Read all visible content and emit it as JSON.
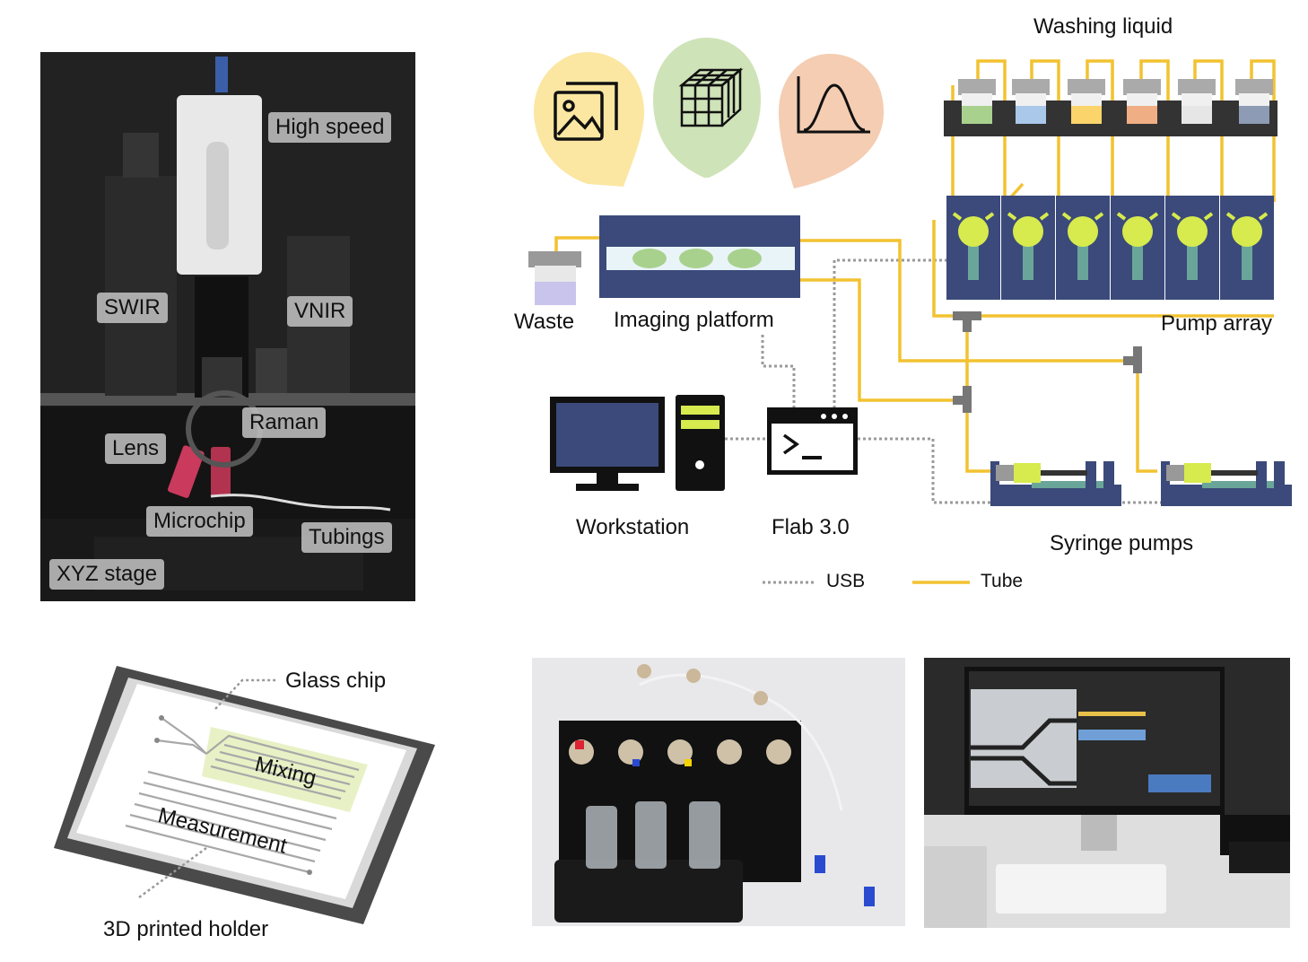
{
  "photo_setup": {
    "labels": {
      "high_speed": "High speed",
      "swir": "SWIR",
      "vnir": "VNIR",
      "raman": "Raman",
      "lens": "Lens",
      "microchip": "Microchip",
      "tubings": "Tubings",
      "xyz_stage": "XYZ stage"
    }
  },
  "diagram": {
    "washing_liquid": "Washing liquid",
    "waste": "Waste",
    "imaging_platform": "Imaging platform",
    "pump_array": "Pump array",
    "workstation": "Workstation",
    "flab": "Flab 3.0",
    "syringe_pumps": "Syringe pumps",
    "legend": {
      "usb": "USB",
      "tube": "Tube"
    },
    "colors": {
      "tube": "#f2c230",
      "navy": "#3b4a7a",
      "pump_head": "#d7ea4e",
      "usb": "#999999"
    },
    "vial_colors": [
      "#a9d18e",
      "#a9c8ea",
      "#fbd46b",
      "#f0ae84",
      "#e6e6e6",
      "#8d9bb4"
    ],
    "bubbles": [
      {
        "icon": "images-icon",
        "color": "#fbe7a2"
      },
      {
        "icon": "cube-icon",
        "color": "#cfe3b8"
      },
      {
        "icon": "gaussian-curve-icon",
        "color": "#f4cdb2"
      }
    ]
  },
  "chip": {
    "glass_chip": "Glass chip",
    "mixing": "Mixing",
    "measurement": "Measurement",
    "holder": "3D printed holder"
  }
}
